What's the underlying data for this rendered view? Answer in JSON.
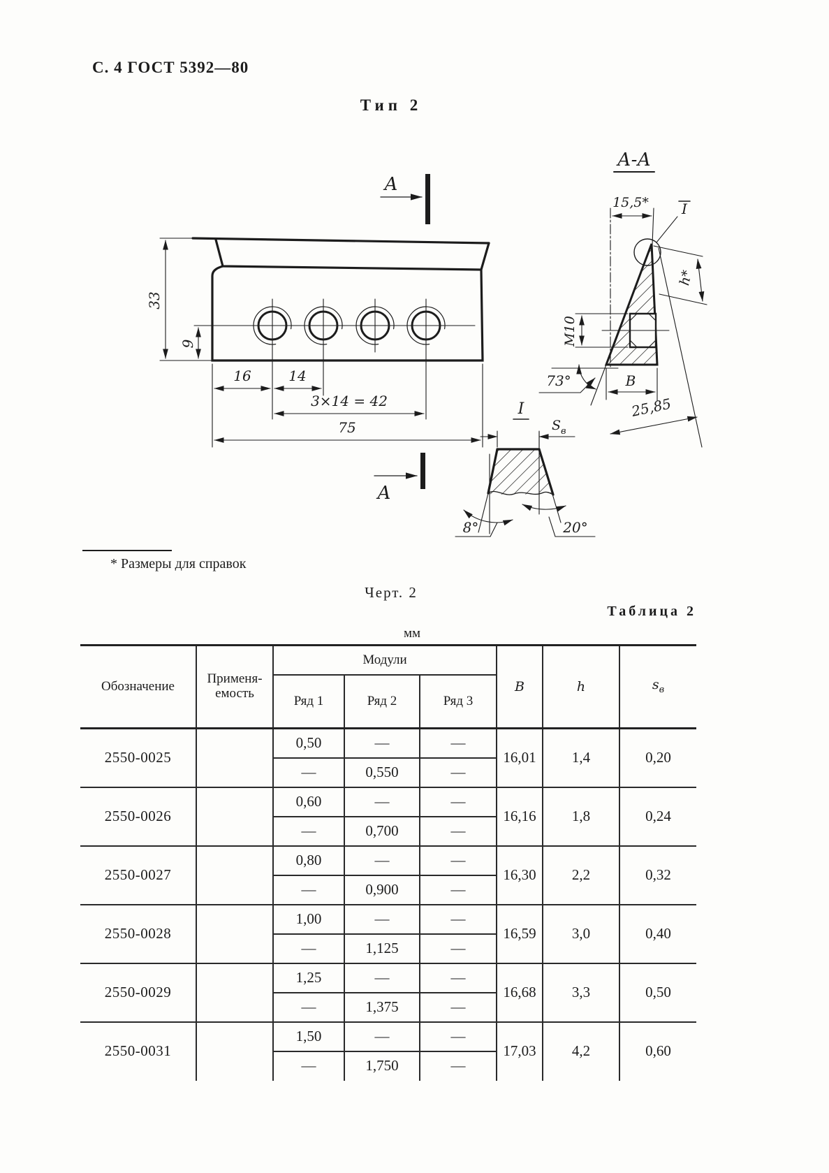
{
  "page": {
    "header": "С. 4 ГОСТ 5392—80"
  },
  "figure": {
    "type_label": "Тип 2",
    "caption": "Черт. 2",
    "footnote": "* Размеры для справок",
    "front_view": {
      "dim_height": "33",
      "dim_hole_offset": "9",
      "dim_16": "16",
      "dim_14": "14",
      "dim_pitch": "3×14 = 42",
      "dim_length": "75",
      "section_letter_top": "А",
      "section_letter_bottom": "А"
    },
    "section_view": {
      "title": "А-А",
      "dim_width": "15,5*",
      "dim_h": "h*",
      "detail_ref": "I",
      "thread": "M10",
      "dim_angle": "73°",
      "dim_b": "B",
      "dim_length": "25,85"
    },
    "detail_view": {
      "title": "I",
      "dim_s_main": "S",
      "dim_s_sub": "в",
      "dim_angle_left": "8°",
      "dim_angle_right": "20°"
    }
  },
  "table": {
    "label": "Таблица 2",
    "units": "мм",
    "headers": {
      "designation": "Обозначение",
      "applicability_line1": "Применя-",
      "applicability_line2": "емость",
      "modules": "Модули",
      "row1": "Ряд 1",
      "row2": "Ряд 2",
      "row3": "Ряд 3",
      "b": "B",
      "h": "h",
      "s_main": "s",
      "s_sub": "в"
    },
    "rows": [
      {
        "designation": "2550-0025",
        "applicability": "",
        "r1_top": "0,50",
        "r1_bot": "—",
        "r2_top": "—",
        "r2_bot": "0,550",
        "r3_top": "—",
        "r3_bot": "—",
        "b": "16,01",
        "h": "1,4",
        "s": "0,20"
      },
      {
        "designation": "2550-0026",
        "applicability": "",
        "r1_top": "0,60",
        "r1_bot": "—",
        "r2_top": "—",
        "r2_bot": "0,700",
        "r3_top": "—",
        "r3_bot": "—",
        "b": "16,16",
        "h": "1,8",
        "s": "0,24"
      },
      {
        "designation": "2550-0027",
        "applicability": "",
        "r1_top": "0,80",
        "r1_bot": "—",
        "r2_top": "—",
        "r2_bot": "0,900",
        "r3_top": "—",
        "r3_bot": "—",
        "b": "16,30",
        "h": "2,2",
        "s": "0,32"
      },
      {
        "designation": "2550-0028",
        "applicability": "",
        "r1_top": "1,00",
        "r1_bot": "—",
        "r2_top": "—",
        "r2_bot": "1,125",
        "r3_top": "—",
        "r3_bot": "—",
        "b": "16,59",
        "h": "3,0",
        "s": "0,40"
      },
      {
        "designation": "2550-0029",
        "applicability": "",
        "r1_top": "1,25",
        "r1_bot": "—",
        "r2_top": "—",
        "r2_bot": "1,375",
        "r3_top": "—",
        "r3_bot": "—",
        "b": "16,68",
        "h": "3,3",
        "s": "0,50"
      },
      {
        "designation": "2550-0031",
        "applicability": "",
        "r1_top": "1,50",
        "r1_bot": "—",
        "r2_top": "—",
        "r2_bot": "1,750",
        "r3_top": "—",
        "r3_bot": "—",
        "b": "17,03",
        "h": "4,2",
        "s": "0,60"
      }
    ]
  }
}
